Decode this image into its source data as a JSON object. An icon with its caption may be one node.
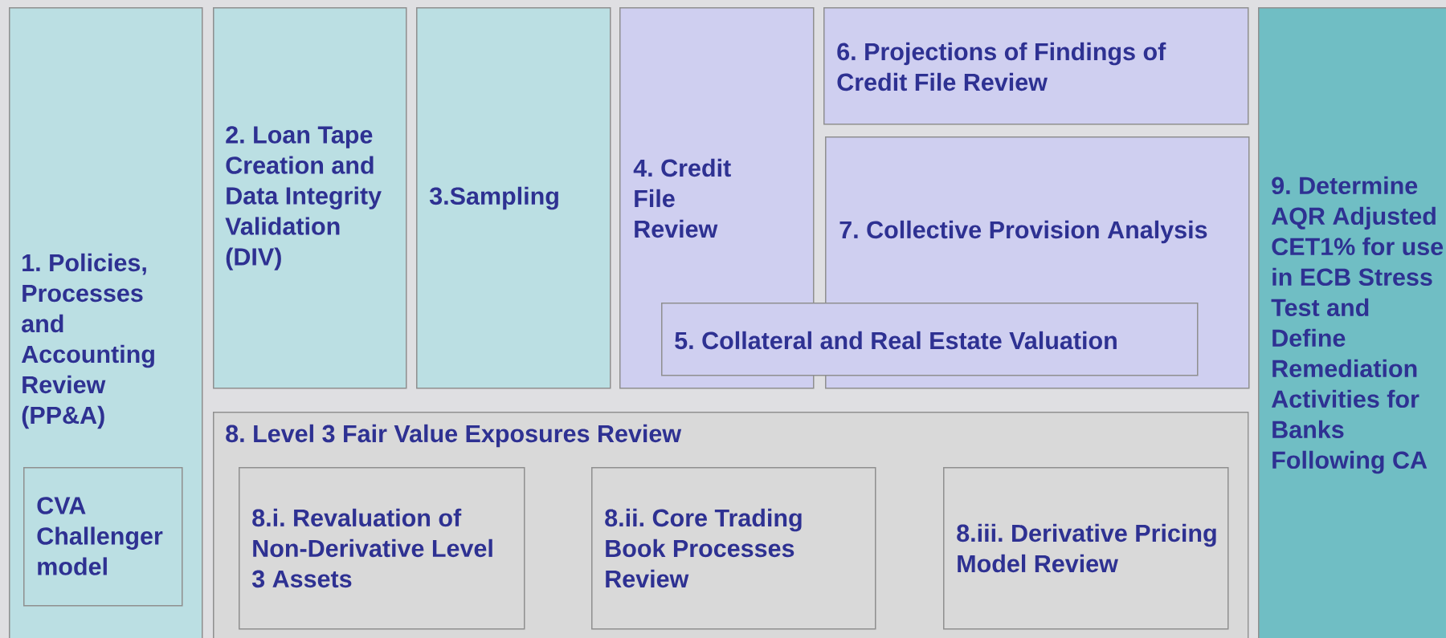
{
  "diagram": {
    "nodes": [
      {
        "text": [
          "1. Policies, Processes and Accounting Review (PP&A)"
        ]
      },
      {
        "text": [
          "CVA Challenger model"
        ],
        "in": 0
      },
      {
        "text": [
          "2. Loan Tape Creation and Data Integrity Validation (DIV)"
        ]
      },
      {
        "text": [
          "3.Sampling"
        ]
      },
      {
        "text": [
          "4. Credit File Review"
        ]
      },
      {
        "text": [
          "6. Projections of Findings of Credit File Review"
        ]
      },
      {
        "text": [
          "7. Collective Provision Analysis"
        ]
      },
      {
        "text": [
          "5. Collateral and Real Estate Valuation"
        ]
      },
      {
        "text": [
          "8. Level 3 Fair Value Exposures Review"
        ]
      },
      {
        "text": [
          "8.i. Revaluation of Non-Derivative Level 3 Assets"
        ],
        "in": 8
      },
      {
        "text": [
          "8.ii. Core Trading Book Processes Review"
        ],
        "in": 8
      },
      {
        "text": [
          "8.iii. Derivative Pricing Model Review"
        ],
        "in": 8
      },
      {
        "text": [
          "9. Determine AQR Adjusted CET1% for use in ECB Stress Test and Define Remediation Activities for Banks Following CA"
        ]
      }
    ]
  }
}
